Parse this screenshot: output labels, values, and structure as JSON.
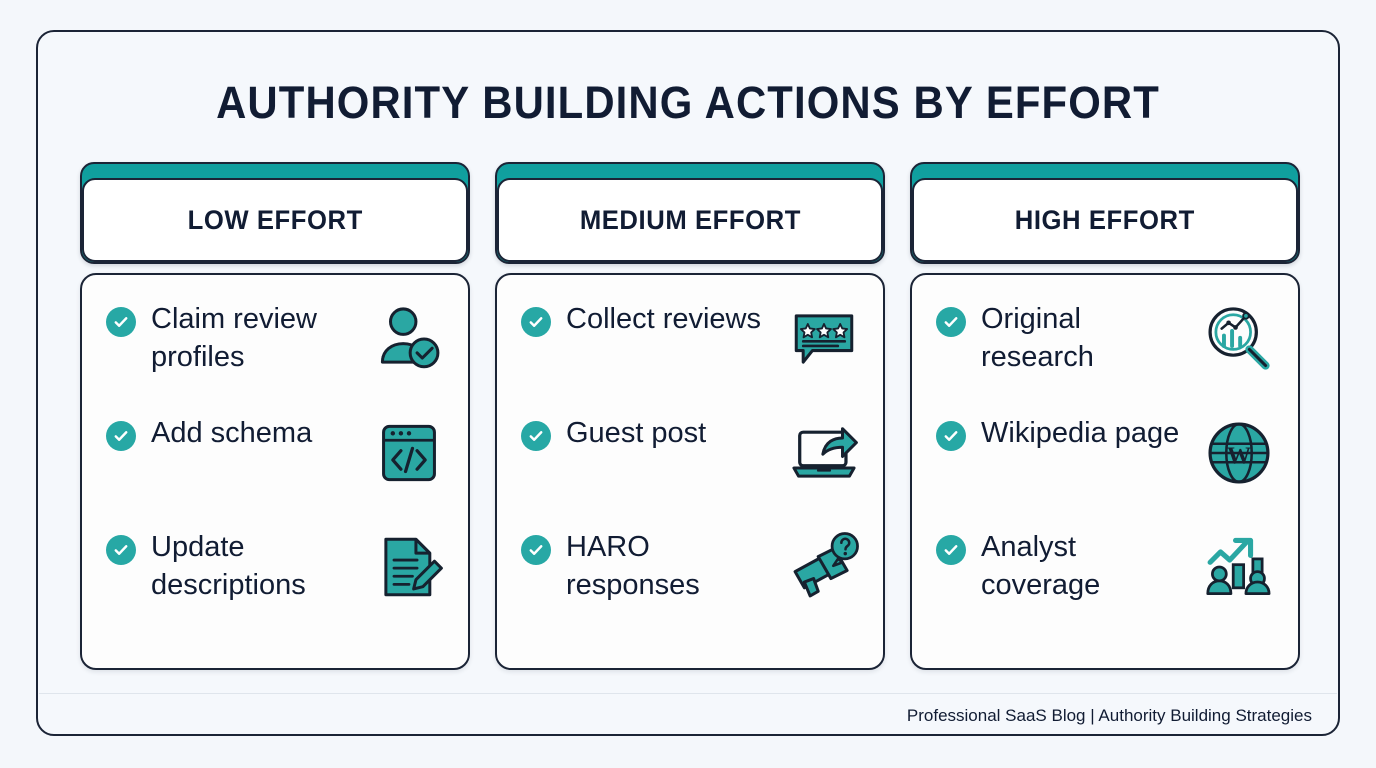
{
  "title": "AUTHORITY BUILDING ACTIONS BY EFFORT",
  "footer": "Professional SaaS Blog | Authority Building Strategies",
  "theme": {
    "accent_teal": "#17a9a4",
    "bullet_teal": "#27a8a5",
    "ink_navy": "#111c33",
    "border_navy": "#1b2436",
    "page_bg": "#f4f7fb",
    "card_bg": "#fdfdfd"
  },
  "columns": [
    {
      "header": "LOW EFFORT",
      "items": [
        {
          "label": "Claim review profiles",
          "icon": "user-verified-icon",
          "bullet": "check-circle-icon"
        },
        {
          "label": "Add schema",
          "icon": "code-window-icon",
          "bullet": "check-circle-icon"
        },
        {
          "label": "Update descriptions",
          "icon": "document-edit-icon",
          "bullet": "check-circle-icon"
        }
      ]
    },
    {
      "header": "MEDIUM EFFORT",
      "items": [
        {
          "label": "Collect reviews",
          "icon": "review-stars-bubble-icon",
          "bullet": "check-circle-icon"
        },
        {
          "label": "Guest post",
          "icon": "laptop-share-icon",
          "bullet": "check-circle-icon"
        },
        {
          "label": "HARO responses",
          "icon": "megaphone-question-icon",
          "bullet": "check-circle-icon"
        }
      ]
    },
    {
      "header": "HIGH EFFORT",
      "items": [
        {
          "label": "Original research",
          "icon": "magnifier-chart-icon",
          "bullet": "check-circle-icon"
        },
        {
          "label": "Wikipedia page",
          "icon": "globe-wikipedia-icon",
          "bullet": "check-circle-icon"
        },
        {
          "label": "Analyst coverage",
          "icon": "growth-people-icon",
          "bullet": "check-circle-icon"
        }
      ]
    }
  ]
}
